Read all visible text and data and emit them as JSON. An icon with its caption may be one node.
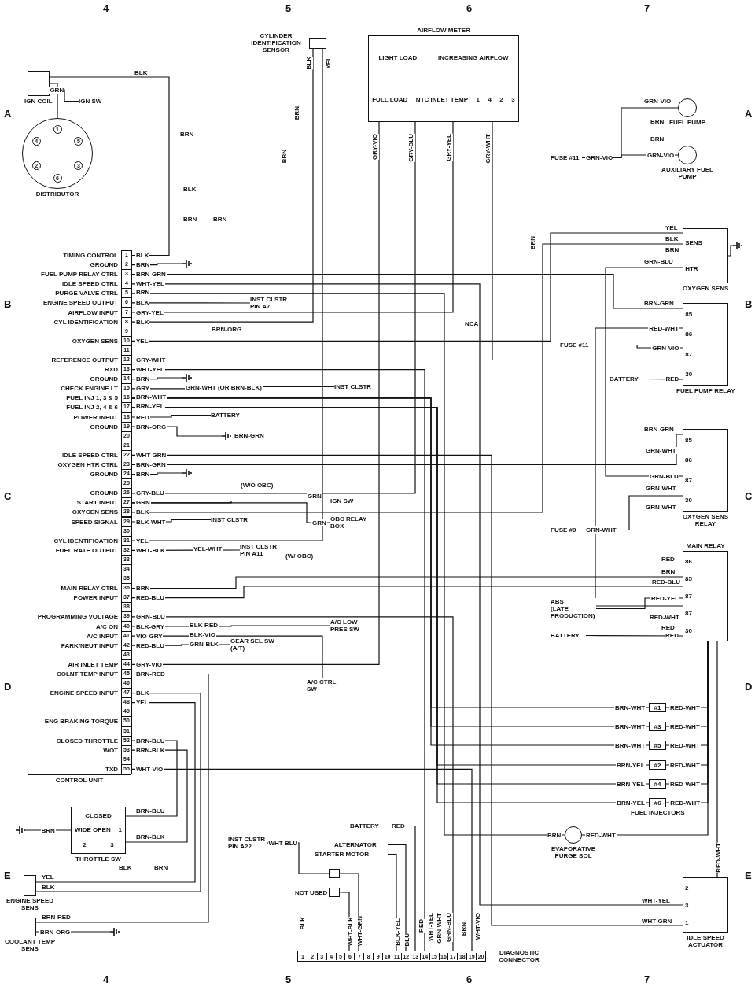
{
  "diagram": {
    "nodes": [
      {
        "text": [
          "IGN COIL"
        ]
      },
      {
        "text": [
          "IGN SW"
        ]
      },
      {
        "text": [
          "1",
          "4",
          "5",
          "2",
          "3",
          "6",
          "DISTRIBUTOR"
        ]
      },
      {
        "text": [
          "CYLINDER IDENTIFICATION SENSOR"
        ]
      },
      {
        "text": [
          "AIRFLOW METER",
          "LIGHT LOAD",
          "INCREASING AIRFLOW",
          "FULL LOAD",
          "NTC INLET TEMP",
          "1",
          "4",
          "2",
          "3"
        ]
      },
      {
        "text": [
          "FUEL PUMP"
        ]
      },
      {
        "text": [
          "AUXILIARY FUEL PUMP"
        ]
      },
      {
        "text": [
          "FUSE #11"
        ]
      },
      {
        "text": [
          "CONTROL UNIT"
        ]
      },
      {
        "text": [
          "1"
        ],
        "in": 8,
        "beside": [
          "TIMING CONTROL"
        ]
      },
      {
        "text": [
          "2"
        ],
        "in": 8,
        "beside": [
          "GROUND"
        ]
      },
      {
        "text": [
          "3"
        ],
        "in": 8,
        "beside": [
          "FUEL PUMP RELAY CTRL"
        ]
      },
      {
        "text": [
          "4"
        ],
        "in": 8,
        "beside": [
          "IDLE SPEED CTRL"
        ]
      },
      {
        "text": [
          "5"
        ],
        "in": 8,
        "beside": [
          "PURGE VALVE CTRL"
        ]
      },
      {
        "text": [
          "6"
        ],
        "in": 8,
        "beside": [
          "ENGINE SPEED OUTPUT"
        ]
      },
      {
        "text": [
          "7"
        ],
        "in": 8,
        "beside": [
          "AIRFLOW INPUT"
        ]
      },
      {
        "text": [
          "8"
        ],
        "in": 8,
        "beside": [
          "CYL IDENTIFICATION"
        ]
      },
      {
        "text": [
          "9"
        ],
        "in": 8
      },
      {
        "text": [
          "10"
        ],
        "in": 8,
        "beside": [
          "OXYGEN SENS"
        ]
      },
      {
        "text": [
          "11"
        ],
        "in": 8
      },
      {
        "text": [
          "12"
        ],
        "in": 8,
        "beside": [
          "REFERENCE OUTPUT"
        ]
      },
      {
        "text": [
          "13"
        ],
        "in": 8,
        "beside": [
          "RXD"
        ]
      },
      {
        "text": [
          "14"
        ],
        "in": 8,
        "beside": [
          "GROUND"
        ]
      },
      {
        "text": [
          "15"
        ],
        "in": 8,
        "beside": [
          "CHECK ENGINE LT"
        ]
      },
      {
        "text": [
          "16"
        ],
        "in": 8,
        "beside": [
          "FUEL INJ 1, 3 & 5"
        ]
      },
      {
        "text": [
          "17"
        ],
        "in": 8,
        "beside": [
          "FUEL INJ 2, 4 & 6"
        ]
      },
      {
        "text": [
          "18"
        ],
        "in": 8,
        "beside": [
          "POWER INPUT"
        ]
      },
      {
        "text": [
          "19"
        ],
        "in": 8,
        "beside": [
          "GROUND"
        ]
      },
      {
        "text": [
          "20"
        ],
        "in": 8
      },
      {
        "text": [
          "21"
        ],
        "in": 8
      },
      {
        "text": [
          "22"
        ],
        "in": 8,
        "beside": [
          "IDLE SPEED CTRL"
        ]
      },
      {
        "text": [
          "23"
        ],
        "in": 8,
        "beside": [
          "OXYGEN HTR CTRL"
        ]
      },
      {
        "text": [
          "24"
        ],
        "in": 8,
        "beside": [
          "GROUND"
        ]
      },
      {
        "text": [
          "25"
        ],
        "in": 8
      },
      {
        "text": [
          "26"
        ],
        "in": 8,
        "beside": [
          "GROUND"
        ]
      },
      {
        "text": [
          "27"
        ],
        "in": 8,
        "beside": [
          "START INPUT"
        ]
      },
      {
        "text": [
          "28"
        ],
        "in": 8,
        "beside": [
          "OXYGEN SENS"
        ]
      },
      {
        "text": [
          "29"
        ],
        "in": 8,
        "beside": [
          "SPEED SIGNAL"
        ]
      },
      {
        "text": [
          "30"
        ],
        "in": 8
      },
      {
        "text": [
          "31"
        ],
        "in": 8,
        "beside": [
          "CYL IDENTIFICATION"
        ]
      },
      {
        "text": [
          "32"
        ],
        "in": 8,
        "beside": [
          "FUEL RATE OUTPUT"
        ]
      },
      {
        "text": [
          "33"
        ],
        "in": 8
      },
      {
        "text": [
          "34"
        ],
        "in": 8
      },
      {
        "text": [
          "35"
        ],
        "in": 8
      },
      {
        "text": [
          "36"
        ],
        "in": 8,
        "beside": [
          "MAIN RELAY CTRL"
        ]
      },
      {
        "text": [
          "37"
        ],
        "in": 8,
        "beside": [
          "POWER INPUT"
        ]
      },
      {
        "text": [
          "38"
        ],
        "in": 8
      },
      {
        "text": [
          "39"
        ],
        "in": 8,
        "beside": [
          "PROGRAMMING VOLTAGE"
        ]
      },
      {
        "text": [
          "40"
        ],
        "in": 8,
        "beside": [
          "A/C ON"
        ]
      },
      {
        "text": [
          "41"
        ],
        "in": 8,
        "beside": [
          "A/C INPUT"
        ]
      },
      {
        "text": [
          "42"
        ],
        "in": 8,
        "beside": [
          "PARK/NEUT INPUT"
        ]
      },
      {
        "text": [
          "43"
        ],
        "in": 8
      },
      {
        "text": [
          "44"
        ],
        "in": 8,
        "beside": [
          "AIR INLET TEMP"
        ]
      },
      {
        "text": [
          "45"
        ],
        "in": 8,
        "beside": [
          "COLNT TEMP INPUT"
        ]
      },
      {
        "text": [
          "46"
        ],
        "in": 8
      },
      {
        "text": [
          "47"
        ],
        "in": 8,
        "beside": [
          "ENGINE SPEED INPUT"
        ]
      },
      {
        "text": [
          "48"
        ],
        "in": 8
      },
      {
        "text": [
          "49"
        ],
        "in": 8
      },
      {
        "text": [
          "50"
        ],
        "in": 8,
        "beside": [
          "ENG BRAKING TORQUE"
        ]
      },
      {
        "text": [
          "51"
        ],
        "in": 8
      },
      {
        "text": [
          "52"
        ],
        "in": 8,
        "beside": [
          "CLOSED THROTTLE"
        ]
      },
      {
        "text": [
          "53"
        ],
        "in": 8,
        "beside": [
          "WOT"
        ]
      },
      {
        "text": [
          "54"
        ],
        "in": 8
      },
      {
        "text": [
          "55"
        ],
        "in": 8,
        "beside": [
          "TXD"
        ]
      },
      {
        "text": [
          "SENS",
          "HTR",
          "OXYGEN SENS"
        ]
      },
      {
        "text": [
          "85",
          "86",
          "87",
          "30",
          "FUEL PUMP RELAY"
        ]
      },
      {
        "text": [
          "FUSE #11"
        ]
      },
      {
        "text": [
          "BATTERY"
        ]
      },
      {
        "text": [
          "85",
          "86",
          "87",
          "30",
          "OXYGEN SENS RELAY"
        ]
      },
      {
        "text": [
          "FUSE #9"
        ]
      },
      {
        "text": [
          "MAIN RELAY",
          "86",
          "85",
          "87",
          "87",
          "30"
        ]
      },
      {
        "text": [
          "ABS",
          "(LATE PRODUCTION)"
        ]
      },
      {
        "text": [
          "BATTERY"
        ]
      },
      {
        "text": [
          "#1"
        ]
      },
      {
        "text": [
          "#3"
        ]
      },
      {
        "text": [
          "#5"
        ]
      },
      {
        "text": [
          "#2"
        ]
      },
      {
        "text": [
          "#4"
        ]
      },
      {
        "text": [
          "#6"
        ],
        "beside": [
          "FUEL INJECTORS"
        ]
      },
      {
        "text": [
          "EVAPORATIVE PURGE SOL"
        ]
      },
      {
        "text": [
          "2",
          "3",
          "1",
          "IDLE SPEED ACTUATOR"
        ]
      },
      {
        "text": [
          "CLOSED",
          "WIDE OPEN",
          "1",
          "2",
          "3",
          "THROTTLE SW"
        ]
      },
      {
        "text": [
          "ENGINE SPEED SENS"
        ]
      },
      {
        "text": [
          "COOLANT TEMP SENS"
        ]
      },
      {
        "text": [
          "1",
          "2",
          "3",
          "4",
          "5",
          "6",
          "7",
          "8",
          "9",
          "10",
          "11",
          "12",
          "13",
          "14",
          "15",
          "16",
          "17",
          "18",
          "19",
          "20",
          "DIAGNOSTIC CONNECTOR"
        ]
      },
      {
        "text": [],
        "shape": "box",
        "beside": [
          "NOT USED"
        ]
      },
      {
        "text": [],
        "shape": "box"
      },
      {
        "text": [
          "INST CLSTR PIN A22"
        ]
      },
      {
        "text": [
          "BATTERY"
        ]
      },
      {
        "text": [
          "ALTERNATOR"
        ]
      },
      {
        "text": [
          "STARTER MOTOR"
        ]
      },
      {
        "text": [
          "INST CLSTR PIN A7"
        ]
      },
      {
        "text": [
          "INST CLSTR"
        ]
      },
      {
        "text": [
          "BATTERY"
        ]
      },
      {
        "text": [
          "IGN SW"
        ]
      },
      {
        "text": [
          "OBC RELAY BOX"
        ]
      },
      {
        "text": [
          "INST CLSTR"
        ]
      },
      {
        "text": [
          "INST CLSTR PIN A11"
        ]
      },
      {
        "text": [
          "A/C LOW PRES SW"
        ]
      },
      {
        "text": [
          "GEAR SEL SW (A/T)"
        ]
      },
      {
        "text": [
          "A/C CTRL SW"
        ]
      },
      {
        "text": [],
        "shape": "ground"
      },
      {
        "text": [],
        "shape": "ground"
      },
      {
        "text": [],
        "shape": "ground"
      },
      {
        "text": [],
        "shape": "ground"
      },
      {
        "text": [],
        "shape": "ground"
      },
      {
        "text": [],
        "shape": "ground"
      },
      {
        "text": [],
        "shape": "ground"
      }
    ],
    "edges": [
      {
        "from": 9,
        "to": 0,
        "arrow": "none",
        "label": "BLK"
      },
      {
        "from": 0,
        "to": 2,
        "arrow": "none"
      },
      {
        "from": 0,
        "to": 1,
        "arrow": "none",
        "label": "GRN"
      },
      {
        "from": 10,
        "to": 101,
        "arrow": "none",
        "label": "BRN"
      },
      {
        "from": 11,
        "to": 65,
        "arrow": "none",
        "label": "BRN-GRN"
      },
      {
        "from": 12,
        "to": 80,
        "arrow": "none",
        "label": "WHT-YEL"
      },
      {
        "from": 13,
        "to": 79,
        "arrow": "none",
        "label": "BRN"
      },
      {
        "from": 14,
        "to": 91,
        "arrow": "none",
        "label": "BLK"
      },
      {
        "from": 15,
        "to": 4,
        "arrow": "none",
        "label": "GRY-YEL"
      },
      {
        "from": 16,
        "to": 3,
        "arrow": "none",
        "label": "BLK"
      },
      {
        "from": 18,
        "to": 64,
        "arrow": "none",
        "label": "YEL"
      },
      {
        "from": 20,
        "to": 4,
        "arrow": "none",
        "label": "GRY-WHT"
      },
      {
        "from": 21,
        "to": 84,
        "arrow": "none",
        "label": "WHT-YEL"
      },
      {
        "from": 22,
        "to": 102,
        "arrow": "none",
        "label": "BRN"
      },
      {
        "from": 23,
        "to": 92,
        "arrow": "none",
        "label": "GRY"
      },
      {
        "from": 24,
        "to": 73,
        "arrow": "none",
        "label": "BRN-WHT"
      },
      {
        "from": 24,
        "to": 74,
        "arrow": "none",
        "label": "BRN-WHT"
      },
      {
        "from": 24,
        "to": 75,
        "arrow": "none",
        "label": "BRN-WHT"
      },
      {
        "from": 25,
        "to": 76,
        "arrow": "none",
        "label": "BRN-YEL"
      },
      {
        "from": 25,
        "to": 77,
        "arrow": "none",
        "label": "BRN-YEL"
      },
      {
        "from": 25,
        "to": 78,
        "arrow": "none",
        "label": "BRN-YEL"
      },
      {
        "from": 26,
        "to": 93,
        "arrow": "none",
        "label": "RED"
      },
      {
        "from": 27,
        "to": 104,
        "arrow": "none",
        "label": "BRN-ORG"
      },
      {
        "from": 30,
        "to": 80,
        "arrow": "none",
        "label": "WHT-GRN"
      },
      {
        "from": 31,
        "to": 68,
        "arrow": "none",
        "label": "BRN-GRN"
      },
      {
        "from": 32,
        "to": 103,
        "arrow": "none",
        "label": "BRN"
      },
      {
        "from": 34,
        "to": 4,
        "arrow": "none",
        "label": "GRY-BLU"
      },
      {
        "from": 35,
        "to": 94,
        "arrow": "none",
        "label": "GRN"
      },
      {
        "from": 36,
        "to": 64,
        "arrow": "none",
        "label": "BLK"
      },
      {
        "from": 37,
        "to": 96,
        "arrow": "none",
        "label": "BLK-WHT"
      },
      {
        "from": 39,
        "to": 3,
        "arrow": "none",
        "label": "YEL"
      },
      {
        "from": 40,
        "to": 97,
        "arrow": "none",
        "label": "WHT-BLK"
      },
      {
        "from": 44,
        "to": 70,
        "arrow": "none",
        "label": "BRN"
      },
      {
        "from": 45,
        "to": 70,
        "arrow": "none",
        "label": "RED-BLU"
      },
      {
        "from": 47,
        "to": 84,
        "arrow": "none",
        "label": "GRN-BLU"
      },
      {
        "from": 48,
        "to": 98,
        "arrow": "none",
        "label": "BLK-GRY"
      },
      {
        "from": 49,
        "to": 100,
        "arrow": "none",
        "label": "VIO-GRY"
      },
      {
        "from": 50,
        "to": 99,
        "arrow": "none",
        "label": "RED-BLU"
      },
      {
        "from": 52,
        "to": 4,
        "arrow": "none",
        "label": "GRY-VIO"
      },
      {
        "from": 53,
        "to": 83,
        "arrow": "none",
        "label": "BRN-RED"
      },
      {
        "from": 55,
        "to": 82,
        "arrow": "none",
        "label": "BLK"
      },
      {
        "from": 56,
        "to": 82,
        "arrow": "none",
        "label": "YEL"
      },
      {
        "from": 60,
        "to": 81,
        "arrow": "none",
        "label": "BRN-BLU"
      },
      {
        "from": 61,
        "to": 81,
        "arrow": "none",
        "label": "BRN-BLK"
      },
      {
        "from": 63,
        "to": 84,
        "arrow": "none",
        "label": "WHT-VIO"
      },
      {
        "from": 7,
        "to": 5,
        "arrow": "none",
        "label": "GRN-VIO"
      },
      {
        "from": 7,
        "to": 6,
        "arrow": "none",
        "label": "GRN-VIO"
      },
      {
        "from": 66,
        "to": 65,
        "arrow": "none",
        "label": "GRN-VIO"
      },
      {
        "from": 67,
        "to": 65,
        "arrow": "none",
        "label": "RED"
      },
      {
        "from": 65,
        "to": 70,
        "arrow": "none",
        "label": "RED-WHT"
      },
      {
        "from": 68,
        "to": 69,
        "arrow": "none",
        "label": "GRN-WHT"
      },
      {
        "from": 64,
        "to": 68,
        "arrow": "none",
        "label": "GRN-BLU"
      },
      {
        "from": 70,
        "to": 71,
        "arrow": "none",
        "label": "RED-YEL"
      },
      {
        "from": 72,
        "to": 70,
        "arrow": "none",
        "label": "RED"
      },
      {
        "from": 70,
        "to": 73,
        "arrow": "none",
        "label": "RED-WHT"
      },
      {
        "from": 70,
        "to": 74,
        "arrow": "none",
        "label": "RED-WHT"
      },
      {
        "from": 70,
        "to": 75,
        "arrow": "none",
        "label": "RED-WHT"
      },
      {
        "from": 70,
        "to": 76,
        "arrow": "none",
        "label": "RED-WHT"
      },
      {
        "from": 70,
        "to": 77,
        "arrow": "none",
        "label": "RED-WHT"
      },
      {
        "from": 70,
        "to": 78,
        "arrow": "none",
        "label": "RED-WHT"
      },
      {
        "from": 70,
        "to": 79,
        "arrow": "none",
        "label": "RED-WHT"
      },
      {
        "from": 70,
        "to": 80,
        "arrow": "none",
        "label": "RED-WHT"
      },
      {
        "from": 81,
        "to": 106,
        "arrow": "none",
        "label": "BRN"
      },
      {
        "from": 83,
        "to": 107,
        "arrow": "none",
        "label": "BRN-ORG"
      },
      {
        "from": 87,
        "to": 86,
        "arrow": "none",
        "label": "WHT-BLU"
      },
      {
        "from": 86,
        "to": 84,
        "arrow": "none",
        "label": "WHT-GRN"
      },
      {
        "from": 85,
        "to": 84,
        "arrow": "none",
        "label": "WHT-BLK"
      },
      {
        "from": 88,
        "to": 84,
        "arrow": "none",
        "label": "RED"
      },
      {
        "from": 89,
        "to": 84,
        "arrow": "none",
        "label": "BLU"
      },
      {
        "from": 90,
        "to": 84,
        "arrow": "none",
        "label": "BLK-YEL"
      },
      {
        "from": 64,
        "to": 105,
        "arrow": "none"
      },
      {
        "from": 35,
        "to": 95,
        "arrow": "none",
        "label": "GRN"
      }
    ],
    "labels": [
      "4",
      "5",
      "6",
      "7",
      "A",
      "A",
      "B",
      "B",
      "C",
      "C",
      "D",
      "D",
      "E",
      "E",
      "BLK",
      "BRN",
      "BLK",
      "BRN",
      "BRN",
      "BLK",
      "YEL",
      "BRN",
      "BRN",
      "GRY-VIO",
      "GRY-BLU",
      "GRY-YEL",
      "GRY-WHT",
      "GRN-VIO",
      "BRN",
      "BRN",
      "BRN",
      "YEL",
      "BLK",
      "BRN",
      "GRN-BLU",
      "NCA",
      "BRN-GRN",
      "BRN-GRN",
      "GRN-WHT",
      "GRN-WHT",
      "GRN-WHT",
      "GRN-WHT (OR BRN-BLK)",
      "BRN-GRN",
      "BRN-ORG",
      "(W/O OBC)",
      "GRN",
      "YEL-WHT",
      "(W/ OBC)",
      "RED",
      "BRN",
      "RED-BLU",
      "RED-WHT",
      "RED",
      "BLK-RED",
      "BLK-VIO",
      "GRN-BLK",
      "BRN-WHT",
      "BRN-YEL",
      "BRN",
      "WHT-YEL",
      "WHT-GRN",
      "BRN-BLU",
      "BRN-BLK",
      "YEL",
      "BLK",
      "BLK",
      "BRN",
      "BRN-RED",
      "BLK",
      "RED",
      "WHT-YEL",
      "GRN-WHT",
      "GRN-BLU",
      "BRN",
      "WHT-VIO",
      "4",
      "5",
      "6",
      "7"
    ]
  }
}
